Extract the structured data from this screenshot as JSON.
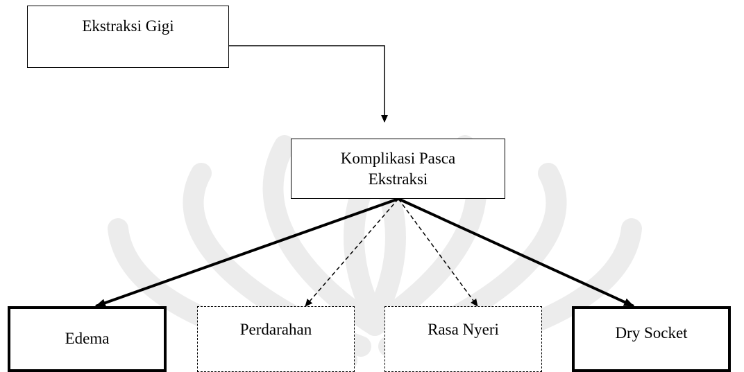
{
  "diagram": {
    "nodes": {
      "root": "Ekstraksi Gigi",
      "complication": "Komplikasi Pasca Ekstraksi",
      "edema": "Edema",
      "bleeding": "Perdarahan",
      "pain": "Rasa Nyeri",
      "dry_socket": "Dry Socket"
    },
    "edges": [
      {
        "from": "root",
        "to": "complication",
        "style": "solid-thin"
      },
      {
        "from": "complication",
        "to": "edema",
        "style": "solid-thick"
      },
      {
        "from": "complication",
        "to": "bleeding",
        "style": "dashed"
      },
      {
        "from": "complication",
        "to": "pain",
        "style": "dashed"
      },
      {
        "from": "complication",
        "to": "dry_socket",
        "style": "solid-thick"
      }
    ],
    "colors": {
      "line": "#000000",
      "watermark": "#ececec"
    }
  }
}
